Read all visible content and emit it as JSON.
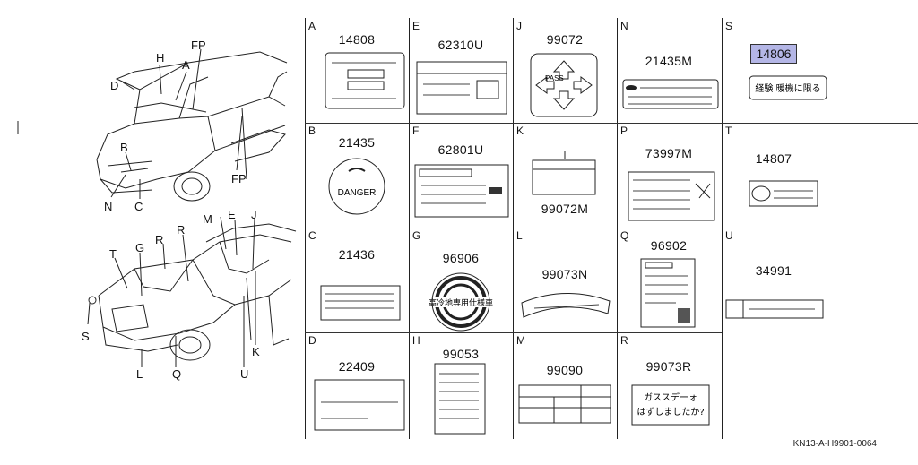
{
  "diagram": {
    "callouts": [
      "FP",
      "H",
      "A",
      "D",
      "B",
      "FP",
      "N",
      "C",
      "M",
      "E",
      "J",
      "T",
      "G",
      "R",
      "R",
      "S",
      "L",
      "Q",
      "K",
      "U"
    ],
    "cells": [
      {
        "letter": "A",
        "part": "14808"
      },
      {
        "letter": "B",
        "part": "21435",
        "label": "DANGER"
      },
      {
        "letter": "C",
        "part": "21436"
      },
      {
        "letter": "D",
        "part": "22409"
      },
      {
        "letter": "E",
        "part": "62310U"
      },
      {
        "letter": "F",
        "part": "62801U"
      },
      {
        "letter": "G",
        "part": "96906",
        "label": "高冷地専用仕様車"
      },
      {
        "letter": "H",
        "part": "99053"
      },
      {
        "letter": "J",
        "part": "99072",
        "label": "PASS"
      },
      {
        "letter": "K",
        "part": "99072M"
      },
      {
        "letter": "L",
        "part": "99073N"
      },
      {
        "letter": "M",
        "part": "99090"
      },
      {
        "letter": "N",
        "part": "21435M"
      },
      {
        "letter": "P",
        "part": "73997M"
      },
      {
        "letter": "Q",
        "part": "96902"
      },
      {
        "letter": "R",
        "part": "99073R",
        "label_line1": "ガススデーォ",
        "label_line2": "はずしましたか?"
      },
      {
        "letter": "S",
        "part": "14806",
        "label": "経験 暖機に限る",
        "highlight_color": "#b4b6e6"
      },
      {
        "letter": "T",
        "part": "14807"
      },
      {
        "letter": "U",
        "part": "34991"
      }
    ]
  },
  "footer": {
    "code": "KN13-A-H9901-0064"
  }
}
